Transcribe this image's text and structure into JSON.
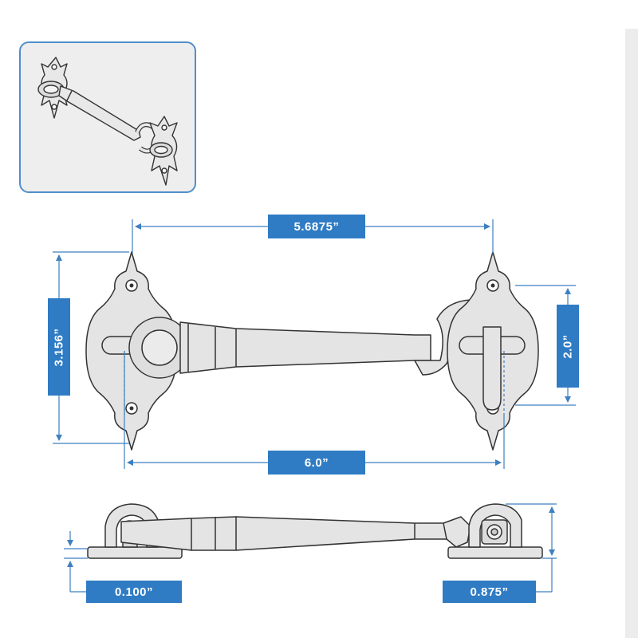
{
  "dimensions": {
    "top_width": "5.6875”",
    "bottom_width": "6.0”",
    "left_height": "3.156”",
    "right_height": "2.0”",
    "plate_thickness": "0.100”",
    "hook_height": "0.875”"
  },
  "colors": {
    "accent": "#2f7cc4",
    "dimension_line": "#3e7fc0",
    "part_fill": "#e4e4e4",
    "part_stroke": "#333333"
  }
}
